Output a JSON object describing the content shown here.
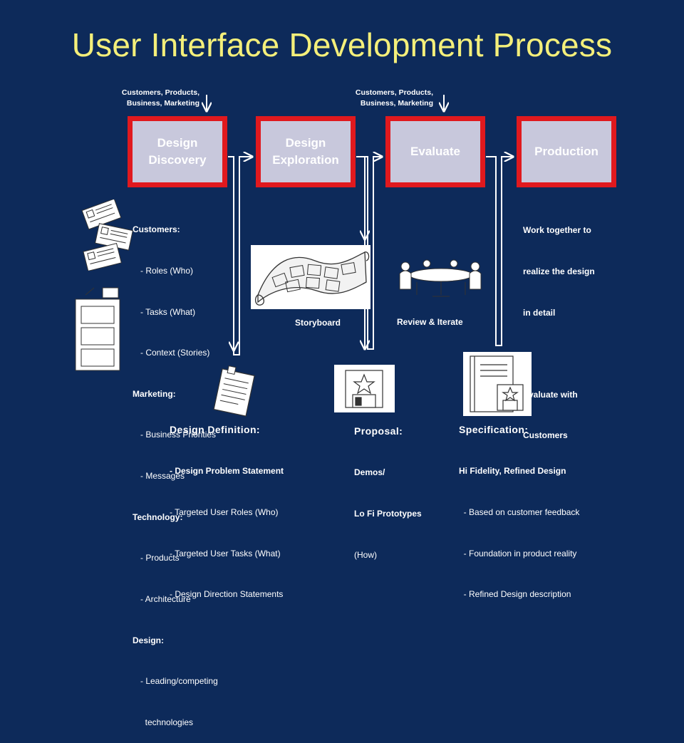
{
  "title": "User Interface Development Process",
  "inputs": {
    "left": [
      "Customers, Products,",
      "Business, Marketing"
    ],
    "right": [
      "Customers, Products,",
      "Business, Marketing"
    ]
  },
  "stages": {
    "discovery": "Design\nDiscovery",
    "exploration": "Design\nExploration",
    "evaluate": "Evaluate",
    "production": "Production"
  },
  "discovery_list": {
    "customers_head": "Customers:",
    "customers_items": [
      "- Roles (Who)",
      "- Tasks (What)",
      "- Context (Stories)"
    ],
    "marketing_head": "Marketing:",
    "marketing_items": [
      "- Business Priorities",
      "- Messages"
    ],
    "technology_head": "Technology:",
    "technology_items": [
      "- Products",
      "- Architecture"
    ],
    "design_head": "Design:",
    "design_items": [
      "- Leading/competing",
      "  technologies"
    ]
  },
  "production_notes": {
    "line1": "Work together to",
    "line2": "realize the design",
    "line3": "in detail",
    "line4": "Evaluate with",
    "line5": "Customers"
  },
  "labels": {
    "storyboard": "Storyboard",
    "review": "Review & Iterate"
  },
  "design_definition": {
    "heading": "Design Definition:",
    "items": [
      "- Design Problem Statement",
      "- Targeted User Roles (Who)",
      "- Targeted User Tasks (What)",
      "- Design Direction Statements"
    ]
  },
  "proposal": {
    "heading": "Proposal:",
    "items": [
      "Demos/",
      "Lo Fi Prototypes",
      "(How)"
    ]
  },
  "specification": {
    "heading": "Specification:",
    "items": [
      "Hi Fidelity, Refined Design",
      "  - Based on customer feedback",
      "  - Foundation in product reality",
      "  - Refined Design description"
    ]
  },
  "colors": {
    "background": "#0d2a5a",
    "title": "#f4ef7a",
    "stage_border": "#e0191e",
    "stage_fill": "#c8c8dc"
  }
}
